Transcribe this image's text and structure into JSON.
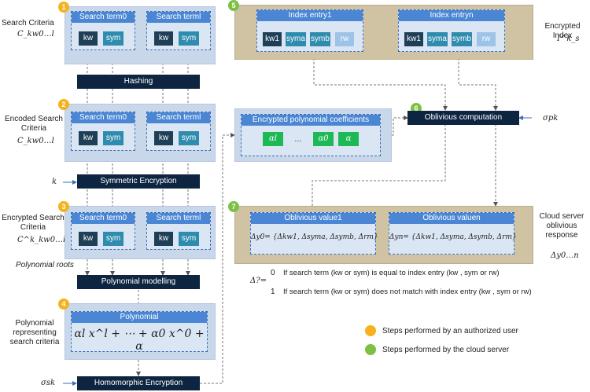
{
  "left_labels": {
    "search_criteria": "Search Criteria",
    "search_criteria_sym": "C_kw0…l",
    "encoded_criteria": "Encoded Search Criteria",
    "encoded_criteria_sym": "C_kw0…l",
    "encrypted_criteria": "Encrypted Search Criteria",
    "encrypted_criteria_sym": "C^k_kw0…l",
    "polynomial_roots": "Polynomial  roots",
    "poly_rep": "Polynomial representing search criteria",
    "k": "k",
    "sigma_sk": "σsk"
  },
  "steps": [
    "1",
    "2",
    "3",
    "4",
    "5",
    "6",
    "7"
  ],
  "terms": {
    "term0": "Search term0",
    "terml": "Search terml",
    "kw": "kw",
    "sym": "sym"
  },
  "bars": {
    "hashing": "Hashing",
    "sym_enc": "Symmetric Encryption",
    "poly_model": "Polynomial modelling",
    "homo_enc": "Homomorphic Encryption",
    "oblivious": "Oblivious computation"
  },
  "polynomial": {
    "header": "Polynomial",
    "formula": "αl x^l + ⋯ + α0 x^0 + α"
  },
  "index": {
    "label": "Encrypted Index",
    "sym": "I^k_s",
    "entry1": "Index entry1",
    "entryn": "Index entryn",
    "kw1": "kw1",
    "syma": "syma",
    "symb": "symb",
    "rw": "rw"
  },
  "coeffs": {
    "header": "Encrypted polynomial coefficients",
    "items": [
      "αl",
      "…",
      "α0",
      "α"
    ]
  },
  "sigma_pk": "σpk",
  "oblivious_values": {
    "v1_header": "Oblivious value1",
    "vn_header": "Oblivious valuen",
    "v1_formula": "Δy0= {Δkw1, Δsyma, Δsymb, Δrm}",
    "vn_formula": "Δyn= {Δkw1, Δsyma, Δsymb, Δrm}"
  },
  "cloud": {
    "label": "Cloud server oblivious response",
    "sym": "Δy0…n"
  },
  "delta": {
    "symbol": "Δ?=",
    "zero": "0",
    "one": "1",
    "zero_text": "If search term (kw or sym) is equal  to index entry (kw , sym or rw)",
    "one_text": "If search term (kw or sym) does not match with index entry (kw , sym or rw)"
  },
  "legend": {
    "user": "Steps performed by an authorized user",
    "cloud": "Steps performed by the cloud server",
    "user_color": "#f5b21d",
    "cloud_color": "#7cc143"
  }
}
